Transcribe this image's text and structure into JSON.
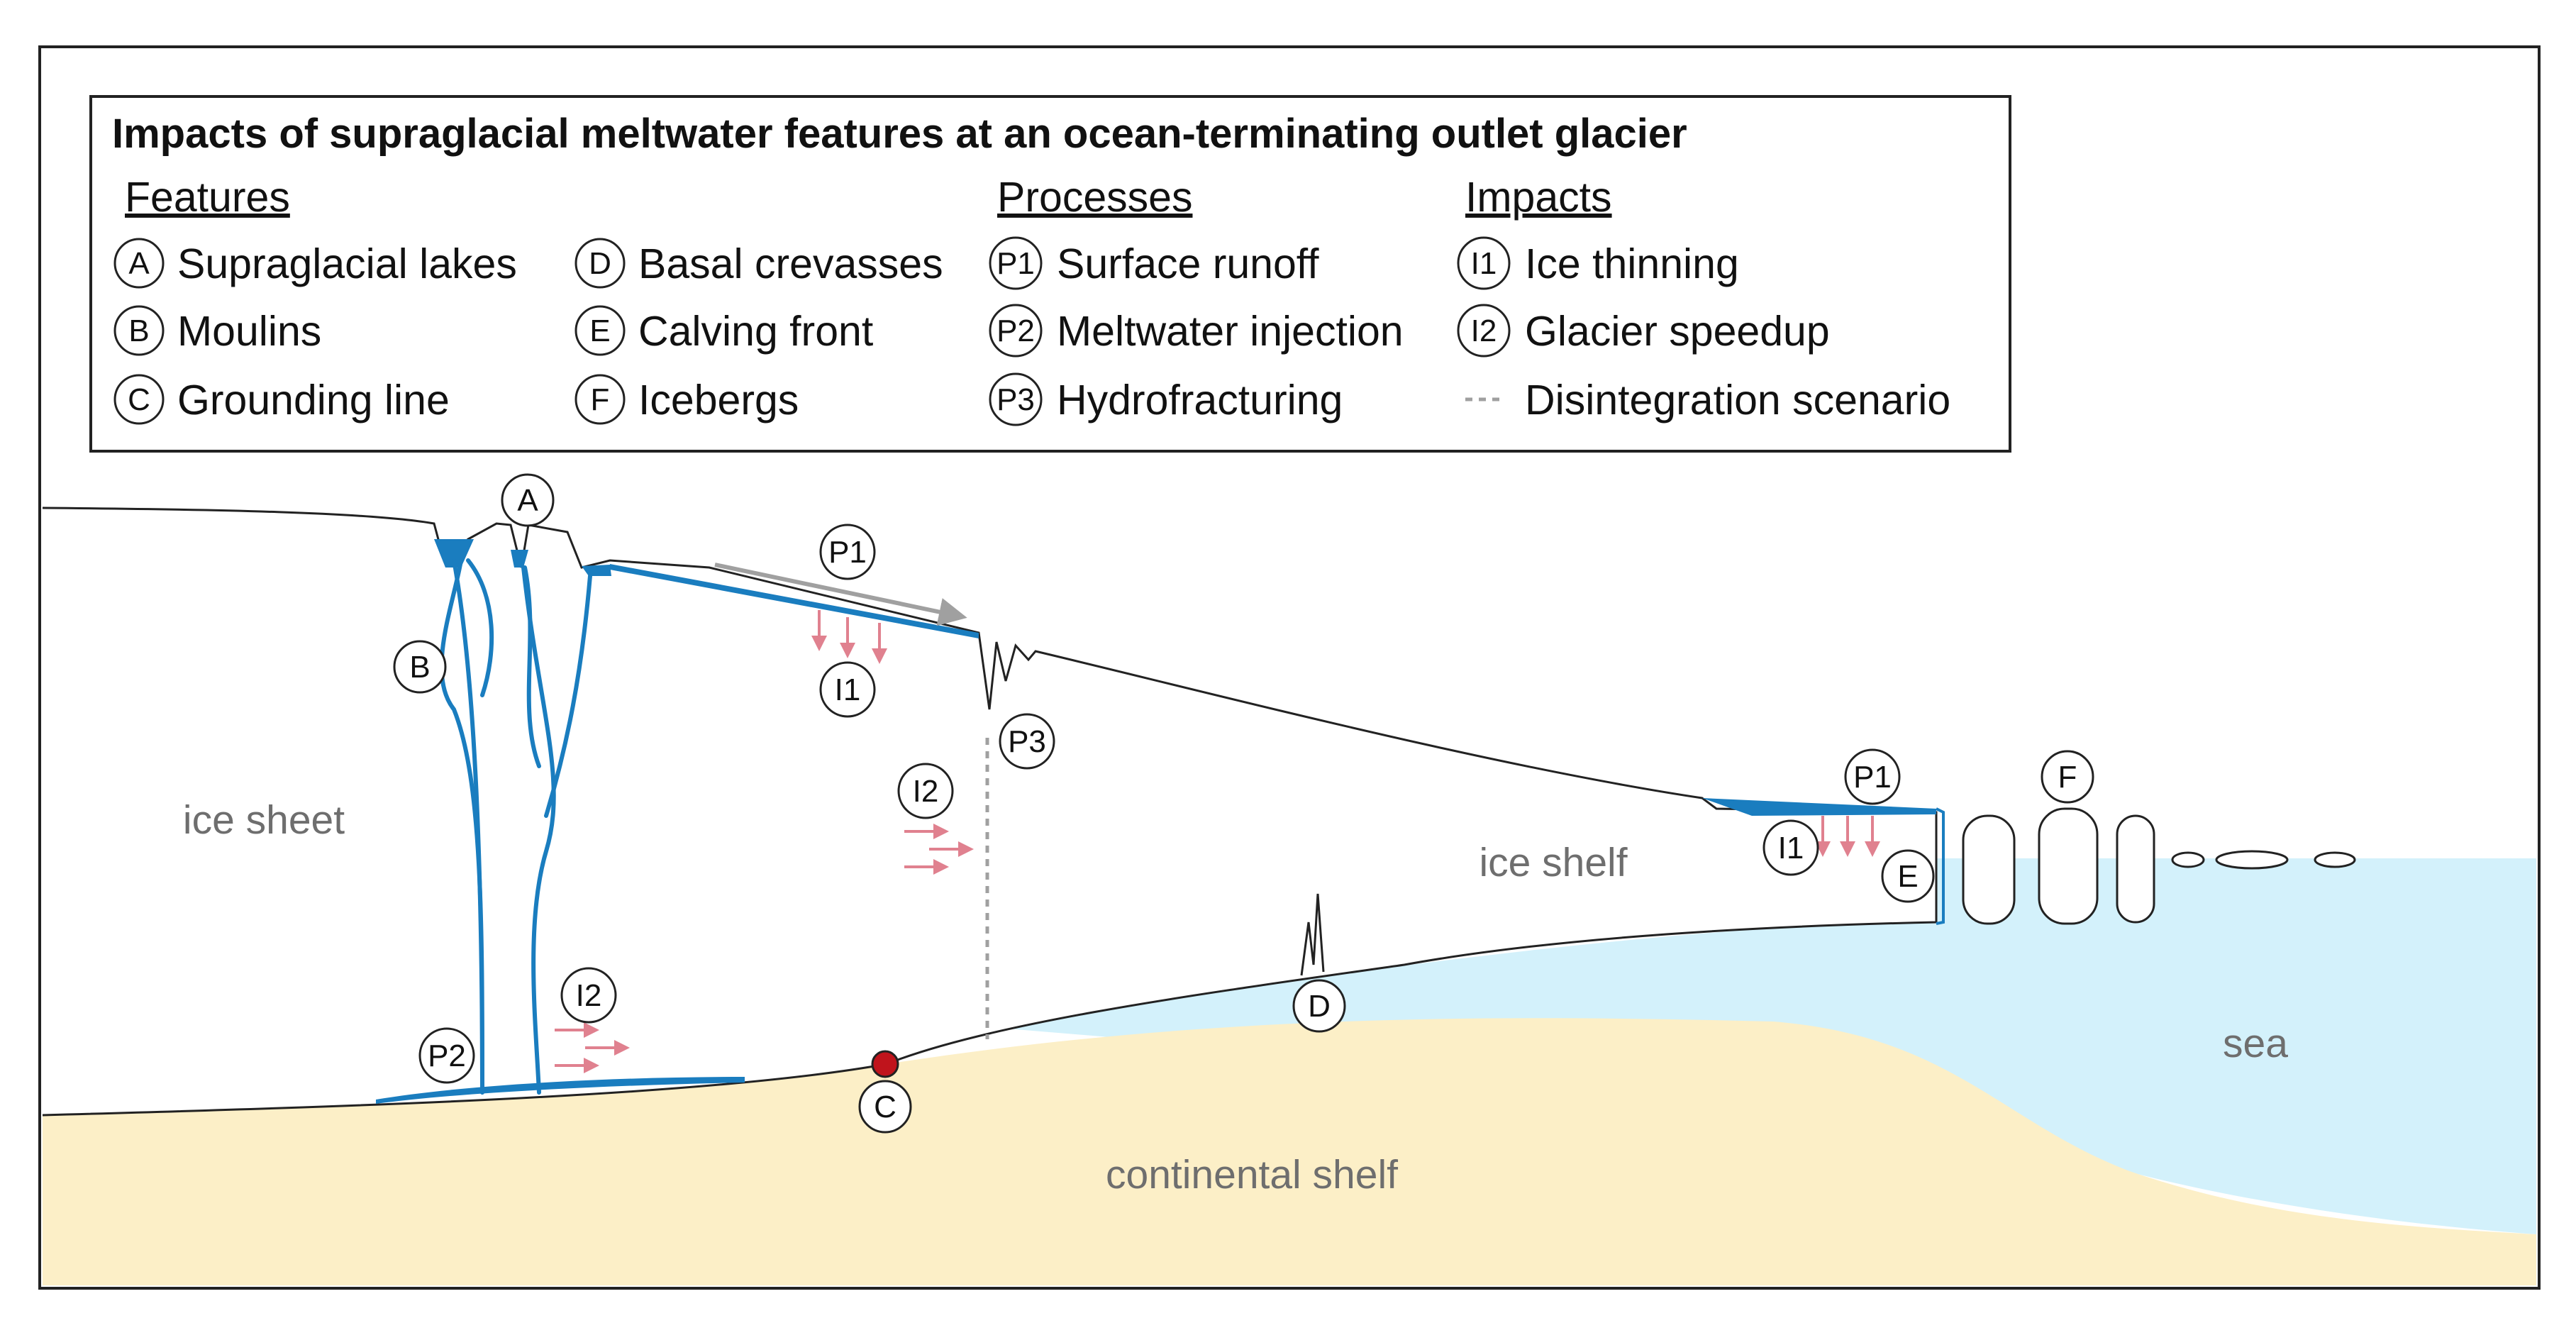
{
  "title": "Impacts of supraglacial meltwater features at an ocean-terminating outlet glacier",
  "legend": {
    "headings": {
      "features": "Features",
      "processes": "Processes",
      "impacts": "Impacts"
    },
    "features": [
      {
        "code": "A",
        "label": "Supraglacial lakes"
      },
      {
        "code": "B",
        "label": "Moulins"
      },
      {
        "code": "C",
        "label": "Grounding line"
      },
      {
        "code": "D",
        "label": "Basal crevasses"
      },
      {
        "code": "E",
        "label": "Calving front"
      },
      {
        "code": "F",
        "label": "Icebergs"
      }
    ],
    "processes": [
      {
        "code": "P1",
        "label": "Surface runoff"
      },
      {
        "code": "P2",
        "label": "Meltwater injection"
      },
      {
        "code": "P3",
        "label": "Hydrofracturing"
      }
    ],
    "impacts": [
      {
        "code": "I1",
        "label": "Ice thinning"
      },
      {
        "code": "I2",
        "label": "Glacier speedup"
      }
    ],
    "scenario_label": "Disintegration scenario"
  },
  "regions": {
    "ice_sheet": "ice sheet",
    "ice_shelf": "ice shelf",
    "sea": "sea",
    "continental_shelf": "continental shelf"
  },
  "diagram_badges": {
    "lakes": "A",
    "moulins": "B",
    "grounding_line": "C",
    "basal_crevasses": "D",
    "calving_front": "E",
    "icebergs": "F",
    "runoff_upper": "P1",
    "runoff_shelf": "P1",
    "injection": "P2",
    "hydrofracturing": "P3",
    "thinning_upper": "I1",
    "thinning_shelf": "I1",
    "speedup_mid": "I2",
    "speedup_base": "I2"
  },
  "colors": {
    "meltwater": "#1a7dbf",
    "sea": "#d3f1fb",
    "continental_shelf": "#fcefc7",
    "impact_arrows": "#e0818f",
    "runoff_arrow": "#a0a0a0",
    "grounding_point": "#c0141c",
    "outline": "#222222"
  }
}
